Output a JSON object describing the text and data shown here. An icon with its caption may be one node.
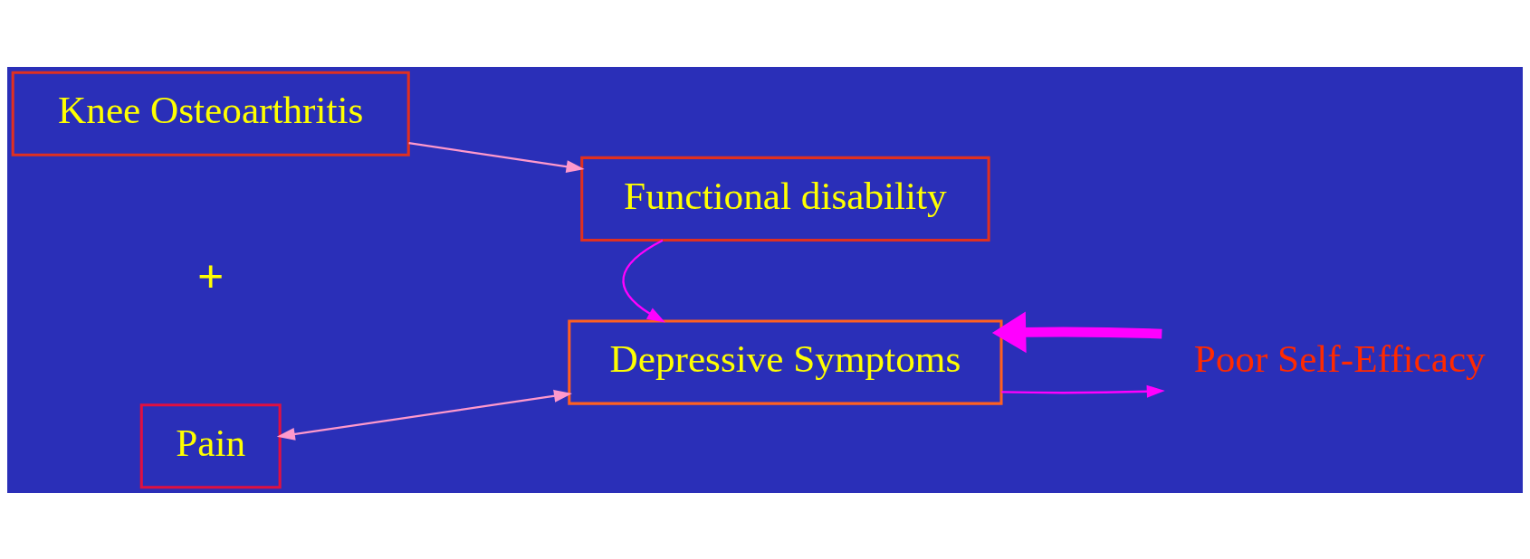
{
  "diagram": {
    "nodes": [
      {
        "text": [
          "Functional disability"
        ]
      },
      {
        "text": [
          "Knee Osteoarthritis"
        ]
      },
      {
        "text": [
          "Depressive Symptoms"
        ]
      },
      {
        "text": [
          "Pain"
        ]
      },
      {
        "text": [
          "Poor Self-Efficacy"
        ]
      }
    ],
    "edges": [
      {
        "from": 1,
        "to": 0,
        "arrow": "to",
        "color": "#ff99cc"
      },
      {
        "from": 0,
        "to": 2,
        "arrow": "to",
        "color": "#ff00ff"
      },
      {
        "from": 3,
        "to": 2,
        "arrow": "both",
        "color": "#ff99cc"
      },
      {
        "from": 4,
        "to": 2,
        "arrow": "to",
        "style": "thick",
        "color": "#ff00ff"
      },
      {
        "from": 2,
        "to": 4,
        "arrow": "to",
        "color": "#ff00ff"
      }
    ],
    "labels": [
      "+"
    ]
  }
}
